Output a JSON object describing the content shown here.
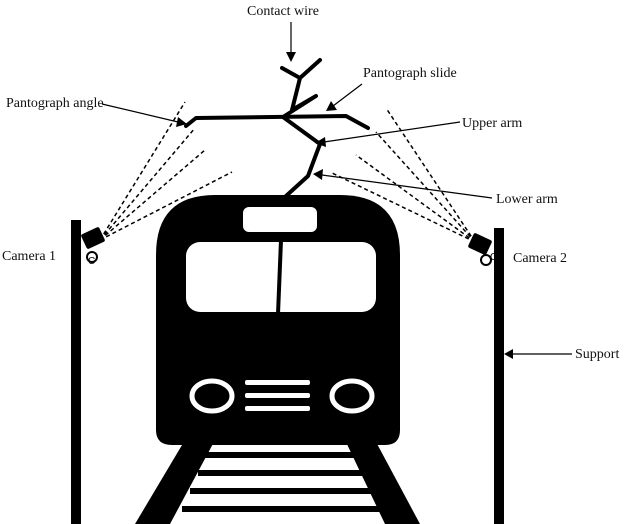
{
  "labels": {
    "contact_wire": "Contact wire",
    "pantograph_slide": "Pantograph slide",
    "pantograph_angle": "Pantograph angle",
    "upper_arm": "Upper arm",
    "lower_arm": "Lower arm",
    "camera_1": "Camera 1",
    "camera_2": "Camera 2",
    "support": "Support"
  },
  "colors": {
    "ink": "#000000",
    "background": "#ffffff"
  }
}
